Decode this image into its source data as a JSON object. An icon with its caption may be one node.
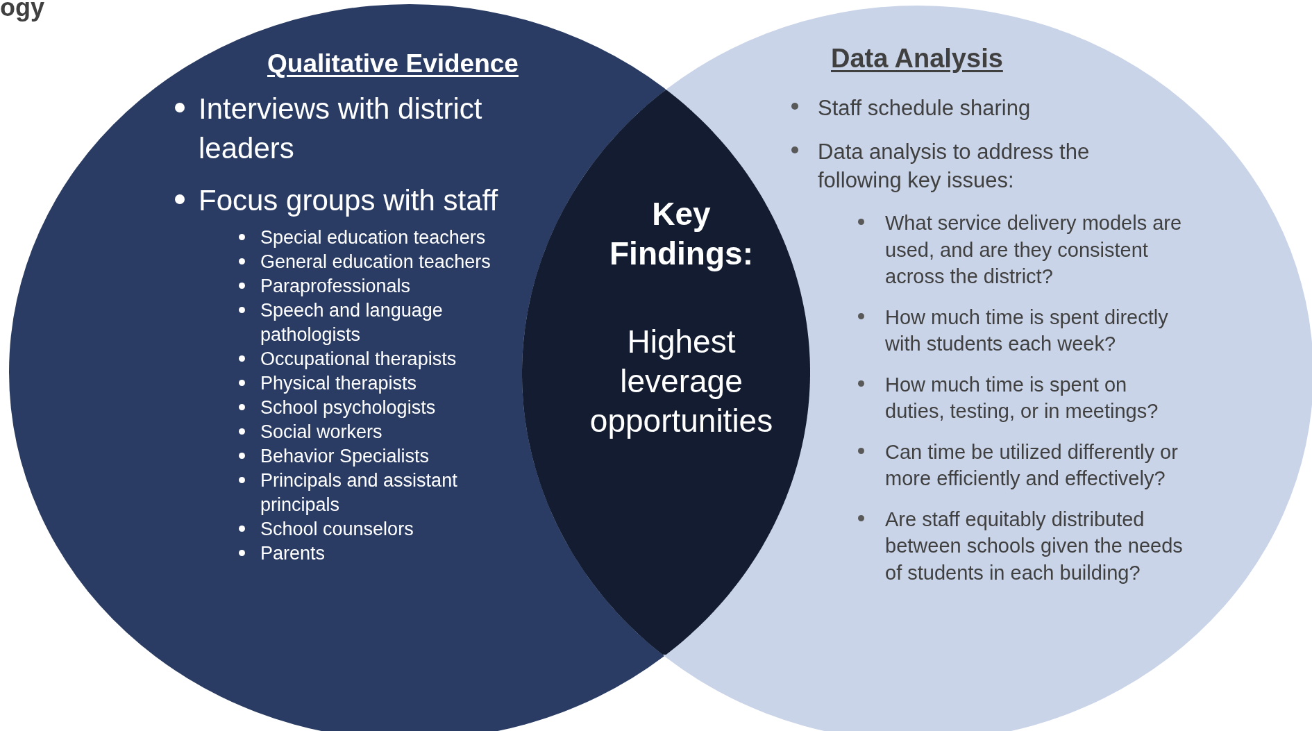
{
  "diagram": {
    "nodes": [
      {
        "text": [
          "Qualitative Evidence",
          "Interviews with district leaders",
          "Focus groups with staff",
          "Special education teachers",
          "General education teachers",
          "Paraprofessionals",
          "Speech and language pathologists",
          "Occupational therapists",
          "Physical therapists",
          "School psychologists",
          "Social workers",
          "Behavior Specialists",
          "Principals and assistant principals",
          "School counselors",
          "Parents"
        ]
      },
      {
        "text": [
          "Data Analysis",
          "Staff schedule sharing",
          "Data analysis to address the following key issues:",
          "What service delivery models are used, and are they consistent across the district?",
          "How much time is spent directly with students each week?",
          "How much time is spent on duties, testing, or in meetings?",
          "Can time be utilized differently or more efficiently and effectively?",
          "Are staff equitably distributed between schools given the needs of students in each building?"
        ]
      },
      {
        "text": [
          "Key Findings:",
          "Highest leverage opportunities"
        ]
      }
    ],
    "labels": [
      "ogy"
    ]
  }
}
